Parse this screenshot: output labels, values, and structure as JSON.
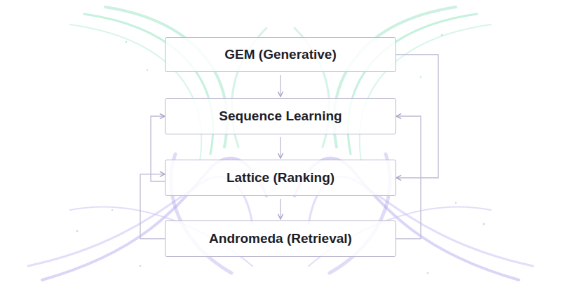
{
  "diagram": {
    "nodes": [
      {
        "text": [
          "GEM (Generative)"
        ]
      },
      {
        "text": [
          "Sequence Learning"
        ]
      },
      {
        "text": [
          "Lattice (Ranking)"
        ]
      },
      {
        "text": [
          "Andromeda (Retrieval)"
        ]
      }
    ],
    "edges": [
      {
        "from": 0,
        "to": 1,
        "arrow": "to"
      },
      {
        "from": 1,
        "to": 2,
        "arrow": "to"
      },
      {
        "from": 2,
        "to": 3,
        "arrow": "to"
      },
      {
        "from": 0,
        "to": 2,
        "arrow": "to"
      },
      {
        "from": 3,
        "to": 1,
        "arrow": "to"
      },
      {
        "from": 2,
        "to": 1,
        "arrow": "to"
      },
      {
        "from": 3,
        "to": 2,
        "arrow": "to"
      }
    ]
  }
}
